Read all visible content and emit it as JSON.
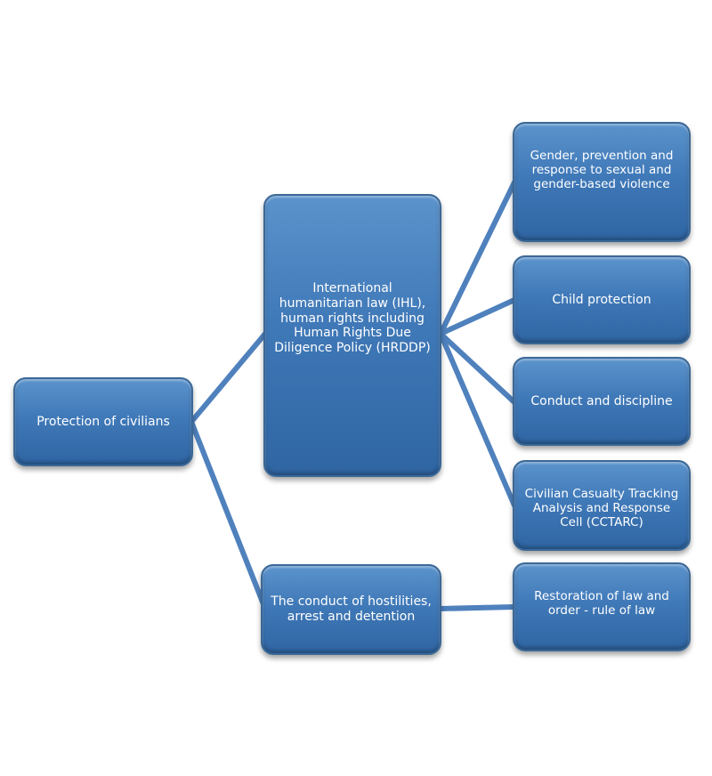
{
  "nodes": {
    "root": "Protection of civilians",
    "ihl": "International humanitarian law (IHL), human rights including Human Rights Due Diligence Policy (HRDDP)",
    "conduct_hostilities": "The conduct of hostilities, arrest and detention",
    "gender": "Gender, prevention and response to sexual and gender-based violence",
    "child": "Child protection",
    "discipline": "Conduct and discipline",
    "cctarc": "Civilian Casualty Tracking Analysis and Response Cell (CCTARC)",
    "rule_of_law": "Restoration of law and order - rule of law"
  },
  "colors": {
    "box_fill": "#4079b8",
    "connector": "#4f81bd",
    "text": "#ffffff"
  }
}
